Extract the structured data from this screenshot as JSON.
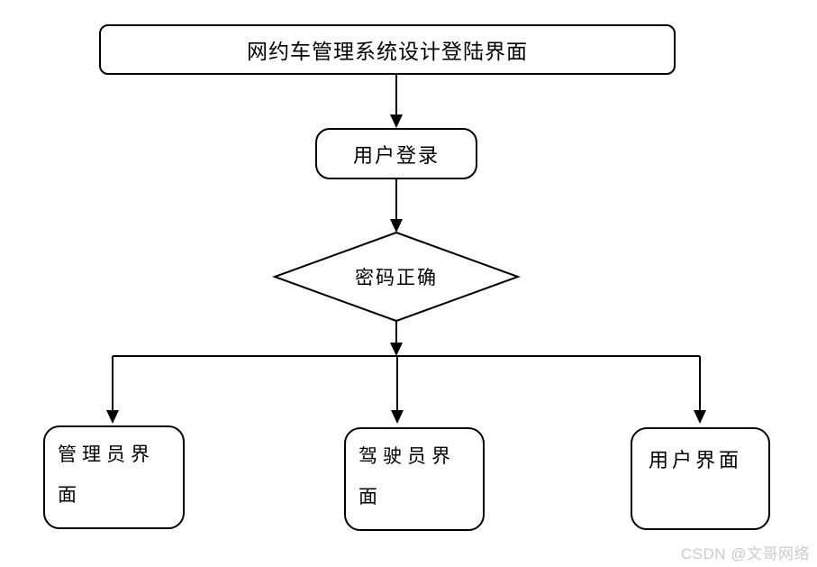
{
  "diagram": {
    "nodes": {
      "title": {
        "label": "网约车管理系统设计登陆界面",
        "shape": "rounded-rect"
      },
      "login": {
        "label": "用户登录",
        "shape": "rounded-rect"
      },
      "decision": {
        "label": "密码正确",
        "shape": "diamond"
      },
      "admin": {
        "label": "管理员界面",
        "shape": "rounded-rect"
      },
      "driver": {
        "label": "驾驶员界面",
        "shape": "rounded-rect"
      },
      "user": {
        "label": "用户界面",
        "shape": "rounded-rect"
      }
    },
    "edges": [
      {
        "from": "title",
        "to": "login"
      },
      {
        "from": "login",
        "to": "decision"
      },
      {
        "from": "decision",
        "to": "admin"
      },
      {
        "from": "decision",
        "to": "driver"
      },
      {
        "from": "decision",
        "to": "user"
      }
    ],
    "colors": {
      "line": "#000000",
      "node_fill": "#ffffff",
      "text": "#000000"
    }
  },
  "watermark": {
    "label": "CSDN @文哥网络",
    "color": "#cbcbcb"
  }
}
